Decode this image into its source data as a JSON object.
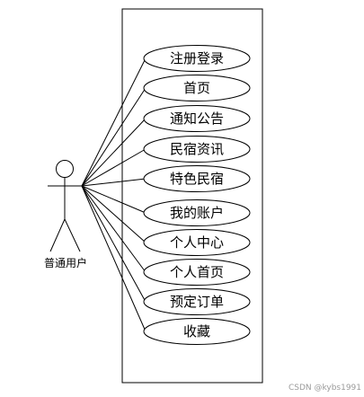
{
  "diagram": {
    "actor": {
      "label": "普通用户"
    },
    "use_cases": [
      {
        "id": "register-login",
        "label": "注册登录"
      },
      {
        "id": "home",
        "label": "首页"
      },
      {
        "id": "notice",
        "label": "通知公告"
      },
      {
        "id": "homestay-info",
        "label": "民宿资讯"
      },
      {
        "id": "featured-homestay",
        "label": "特色民宿"
      },
      {
        "id": "my-account",
        "label": "我的账户"
      },
      {
        "id": "personal-center",
        "label": "个人中心"
      },
      {
        "id": "personal-home",
        "label": "个人首页"
      },
      {
        "id": "booking-order",
        "label": "预定订单"
      },
      {
        "id": "favorites",
        "label": "收藏"
      }
    ],
    "colors": {
      "stroke": "#000000",
      "background": "#ffffff",
      "watermark": "#9a9a9a"
    }
  },
  "watermark": {
    "text": "CSDN @kybs1991"
  }
}
